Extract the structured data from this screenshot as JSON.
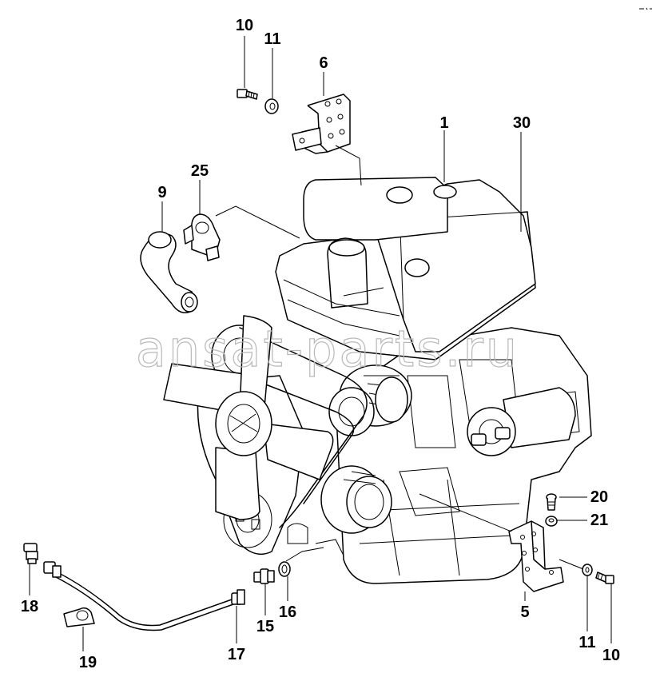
{
  "diagram": {
    "watermark": "ansat-parts.ru",
    "callouts": {
      "p1": "1",
      "p30": "30",
      "p6": "6",
      "p10_top": "10",
      "p11_top": "11",
      "p25": "25",
      "p9": "9",
      "p20": "20",
      "p21": "21",
      "p5": "5",
      "p11_bottom": "11",
      "p10_bottom": "10",
      "p18": "18",
      "p19": "19",
      "p17": "17",
      "p15": "15",
      "p16": "16"
    }
  }
}
